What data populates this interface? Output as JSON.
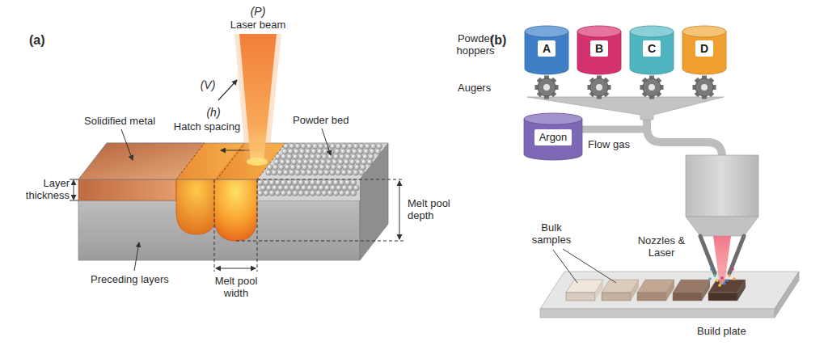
{
  "diagram": {
    "nodes": [
      {
        "text": [
          "A"
        ]
      },
      {
        "text": [
          "B"
        ]
      },
      {
        "text": [
          "C"
        ]
      },
      {
        "text": [
          "D"
        ]
      },
      {
        "text": [
          "Argon"
        ]
      }
    ],
    "labels": [
      "(a)",
      "(P)",
      "Laser beam",
      "(V)",
      "(h)",
      "Hatch spacing",
      "Solidified metal",
      "Powder bed",
      "Layer thickness",
      "Melt pool depth",
      "Preceding layers",
      "Melt pool width",
      "(b)",
      "Powder hoppers",
      "Augers",
      "Flow gas",
      "Bulk samples",
      "Nozzles & Laser",
      "Build plate"
    ]
  }
}
